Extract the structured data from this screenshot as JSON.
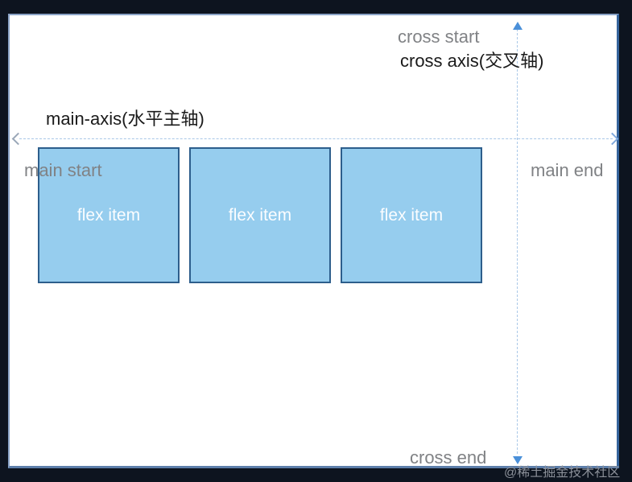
{
  "diagram": {
    "labels": {
      "cross_start": "cross start",
      "cross_axis": "cross axis(交叉轴)",
      "main_axis": "main-axis(水平主轴)",
      "main_start": "main start",
      "main_end": "main end",
      "cross_end": "cross end"
    },
    "flex_items": [
      {
        "label": "flex item"
      },
      {
        "label": "flex item"
      },
      {
        "label": "flex item"
      }
    ],
    "watermark": "@稀土掘金技术社区",
    "colors": {
      "outer_background": "#0d141f",
      "panel_background": "#ffffff",
      "panel_border": "#35649c",
      "item_fill": "#96cdee",
      "item_border": "#2d5e8c",
      "item_text": "#fbfdff",
      "axis_dash": "#aac8e8",
      "arrow_blue": "#4a90d9",
      "gray_text": "#808285",
      "black_text": "#1a1a1a",
      "watermark_text": "#8b9099"
    }
  }
}
